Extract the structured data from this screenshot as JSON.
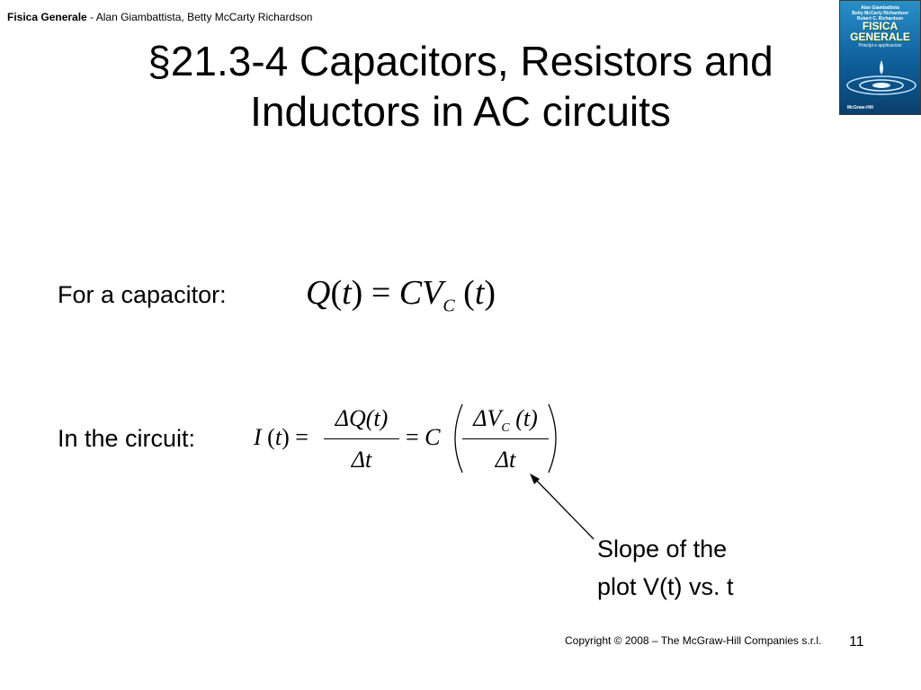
{
  "header": {
    "book_title": "Fisica Generale",
    "authors": " - Alan Giambattista, Betty McCarty Richardson"
  },
  "cover": {
    "authors": "Alan Giambattista\nBetty McCarty Richardson\nRobert C. Richardson",
    "title_line1": "FISICA",
    "title_line2": "GENERALE",
    "subtitle": "Principi e applicazioni",
    "publisher": "McGraw-Hill"
  },
  "title_line1": "§21.3-4 Capacitors, Resistors and",
  "title_line2": "Inductors in AC circuits",
  "capacitor": {
    "label": "For a capacitor:",
    "equation": "Q(t) = CV_C(t)"
  },
  "circuit": {
    "label": "In the circuit:",
    "equation": "I(t) = ΔQ(t)/Δt = C(ΔV_C(t)/Δt)"
  },
  "annotation": {
    "line1": "Slope of the",
    "line2": "plot V(t) vs. t"
  },
  "footer": {
    "copyright": "Copyright © 2008 – The McGraw-Hill Companies s.r.l.",
    "page_number": "11"
  }
}
